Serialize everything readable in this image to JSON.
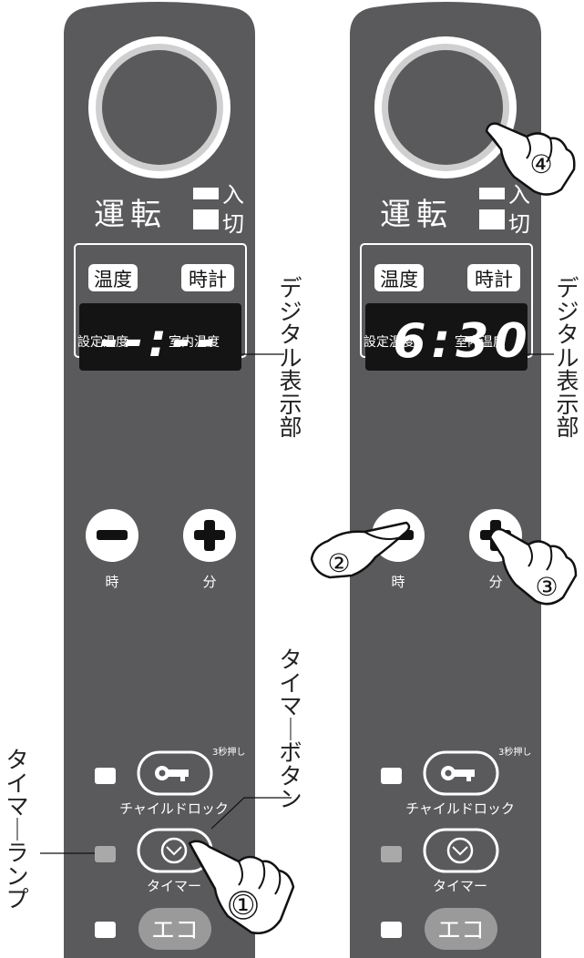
{
  "panels": [
    {
      "power_label": "運転",
      "power_on": "入",
      "power_off": "切",
      "tab_temp": "温度",
      "tab_clock": "時計",
      "display_text": "--:--",
      "display_left_caption": "設定温度",
      "display_right_caption": "室内温度",
      "minus_caption": "時",
      "plus_caption": "分",
      "lock_note": "3秒押し",
      "lock_label": "チャイルドロック",
      "timer_label": "タイマー",
      "eco_label": "エコ"
    },
    {
      "power_label": "運転",
      "power_on": "入",
      "power_off": "切",
      "tab_temp": "温度",
      "tab_clock": "時計",
      "display_text": "6:30",
      "display_left_caption": "設定温度",
      "display_right_caption": "室内温度",
      "minus_caption": "時",
      "plus_caption": "分",
      "lock_note": "3秒押し",
      "lock_label": "チャイルドロック",
      "timer_label": "タイマー",
      "eco_label": "エコ"
    }
  ],
  "callouts": {
    "digital_display": "デジタル表示部",
    "timer_button": "タイマーボタン",
    "timer_lamp": "タイマーランプ"
  },
  "steps": [
    "①",
    "②",
    "③",
    "④"
  ],
  "colors": {
    "panel": "#5a5a5c",
    "display": "#141414",
    "lamp_off": "#ffffff",
    "lamp_timer": "#a9a9a9",
    "eco": "#9a9a9a"
  }
}
